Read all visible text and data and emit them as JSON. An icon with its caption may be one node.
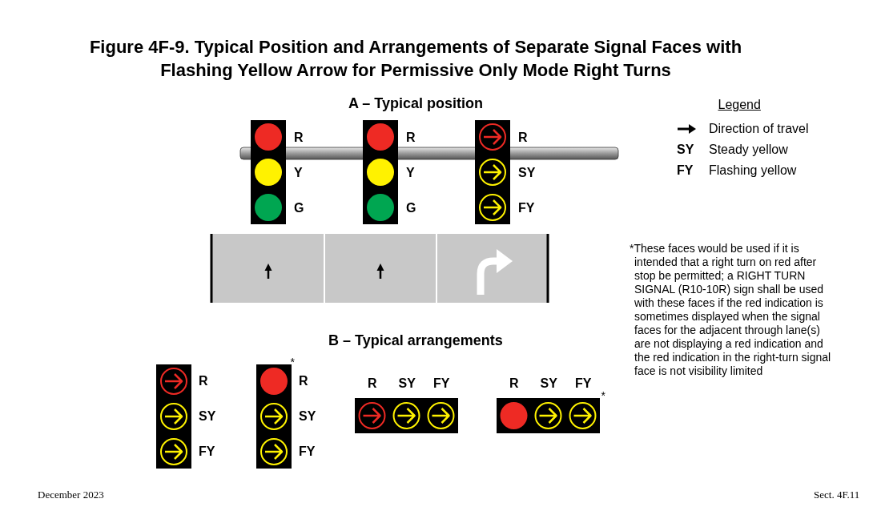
{
  "diagram": {
    "title": "Figure 4F-9.  Typical Position and Arrangements of Separate Signal Faces with Flashing Yellow Arrow for Permissive Only Mode Right Turns",
    "labels": [
      "A – Typical position",
      "R",
      "Y",
      "G",
      "R",
      "Y",
      "G",
      "R",
      "SY",
      "FY",
      "Legend",
      "SY",
      "FY",
      "*These faces would be used if it is intended that a right turn on red after stop be permitted; a RIGHT TURN SIGNAL (R10-10R) sign shall be used with these faces if the red indication is sometimes displayed when the signal faces for the adjacent through lane(s) are not displaying a red indication and the red indication in the right-turn signal face is not visibility limited",
      "B – Typical arrangements",
      "R",
      "SY",
      "FY",
      "*",
      "R",
      "SY",
      "FY",
      "R",
      "SY",
      "FY",
      "R",
      "SY",
      "FY",
      "*",
      "December 2023",
      "Sect. 4F.11"
    ],
    "legend": [
      {
        "text": "Direction of travel"
      },
      {
        "text": "Steady yellow"
      },
      {
        "text": "Flashing yellow"
      }
    ]
  }
}
